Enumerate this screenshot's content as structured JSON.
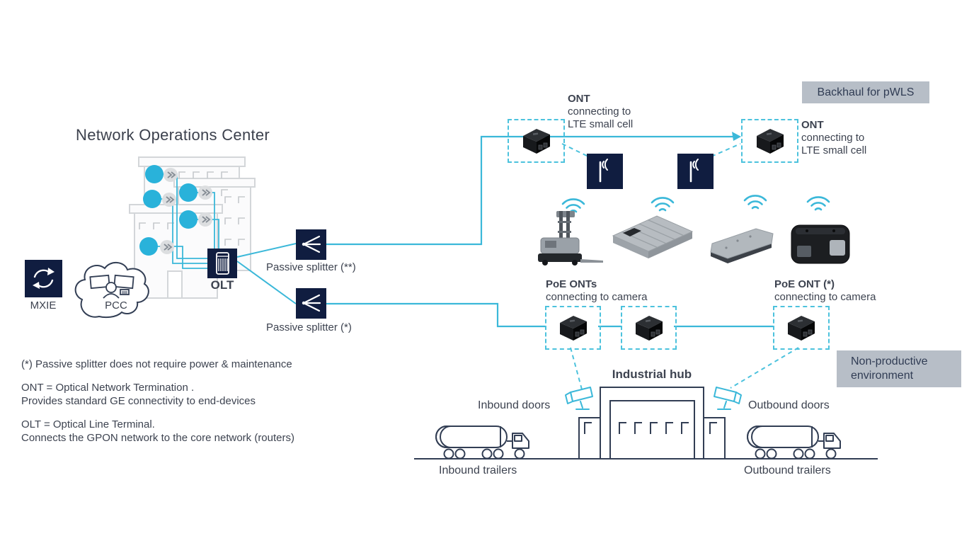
{
  "title": "Network Operations Center",
  "noc": {
    "mxie": "MXIE",
    "pcc": "PCC",
    "olt": "OLT"
  },
  "splitters": {
    "top": "Passive splitter (**)",
    "bottom": "Passive splitter (*)"
  },
  "badges": {
    "backhaul": "Backhaul for pWLS",
    "non_productive": "Non-productive environment"
  },
  "ont_left": {
    "title": "ONT",
    "line1": "connecting to",
    "line2": "LTE small cell"
  },
  "ont_right": {
    "title": "ONT",
    "line1": "connecting to",
    "line2": "LTE small cell"
  },
  "poe_left": {
    "title": "PoE ONTs",
    "subtitle": "connecting to camera"
  },
  "poe_right": {
    "title": "PoE ONT (*)",
    "subtitle": "connecting to camera"
  },
  "hub": {
    "title": "Industrial hub",
    "inbound_doors": "Inbound doors",
    "outbound_doors": "Outbound doors",
    "inbound_trailers": "Inbound trailers",
    "outbound_trailers": "Outbound trailers"
  },
  "footnotes": {
    "splitter": "(*) Passive splitter does not require power & maintenance",
    "ont_def_1": "ONT = Optical Network Termination .",
    "ont_def_2": "Provides standard GE connectivity to end-devices",
    "olt_def_1": "OLT = Optical Line Terminal.",
    "olt_def_2": "Connects the GPON network to the core network (routers)"
  },
  "colors": {
    "cyan": "#3bb8d9",
    "circle_cyan": "#29b2da",
    "navy": "#101d40",
    "badge_gray": "#b7bec7",
    "outline_dark": "#323e54",
    "text": "#3d4350"
  }
}
